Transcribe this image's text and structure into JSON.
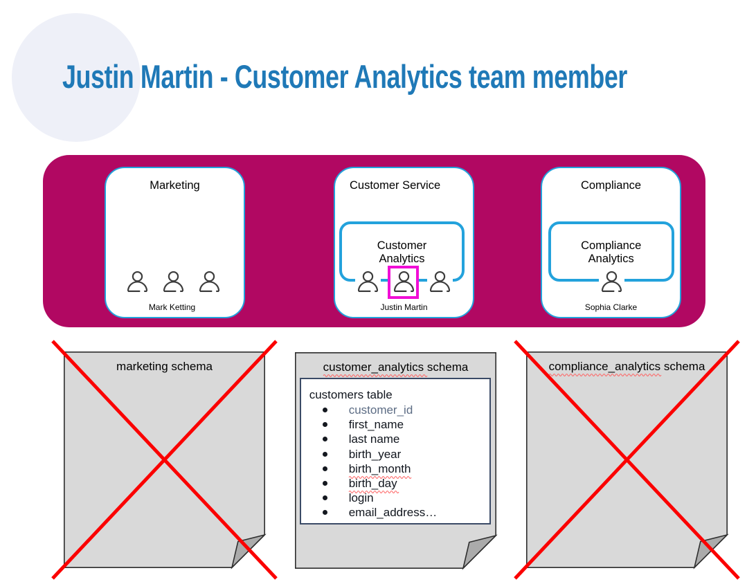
{
  "colors": {
    "magenta": "#b10862",
    "cyan": "#23a2dc",
    "title": "#1f79b7",
    "circle": "#eef0f8",
    "highlight": "#f10ed6",
    "icon": "#3d3d3d",
    "red": "#fb0000",
    "squiggle": "#ff6161",
    "notefill": "#d9d9d9",
    "noteflap": "#ababab",
    "notestroke": "#2d2d2d",
    "boxborder": "#3a4a66",
    "listtext": "#10151d",
    "iddim": "#5c6c84"
  },
  "title": {
    "text": "Justin Martin - Customer Analytics team member"
  },
  "org_band": {
    "teams": [
      {
        "name": "Marketing",
        "member_label": "Mark Ketting"
      },
      {
        "name": "Customer Service",
        "subteam": "Customer Analytics",
        "member_label": "Justin Martin"
      },
      {
        "name": "Compliance",
        "subteam": "Compliance Analytics",
        "member_label": "Sophia Clarke"
      }
    ]
  },
  "notes": [
    {
      "title_main": "marketing",
      "title_main_misspelled": false,
      "title_suffix": " schema",
      "crossed_out": true
    },
    {
      "title_main": "customer_analytics",
      "title_main_misspelled": true,
      "title_suffix": " schema",
      "crossed_out": false,
      "box": {
        "heading": "customers table",
        "items": [
          {
            "text": "customer_id",
            "dim": true,
            "misspelled": false
          },
          {
            "text": "first_name",
            "dim": false,
            "misspelled": false
          },
          {
            "text": "last name",
            "dim": false,
            "misspelled": false
          },
          {
            "text": "birth_year",
            "dim": false,
            "misspelled": false
          },
          {
            "text": "birth_month",
            "dim": false,
            "misspelled": true
          },
          {
            "text": "birth_day",
            "dim": false,
            "misspelled": true
          },
          {
            "text": "login",
            "dim": false,
            "misspelled": false
          },
          {
            "text": "email_address…",
            "dim": false,
            "misspelled": false
          }
        ]
      }
    },
    {
      "title_main": "compliance_analytics",
      "title_main_misspelled": true,
      "title_suffix": " schema",
      "crossed_out": true
    }
  ]
}
